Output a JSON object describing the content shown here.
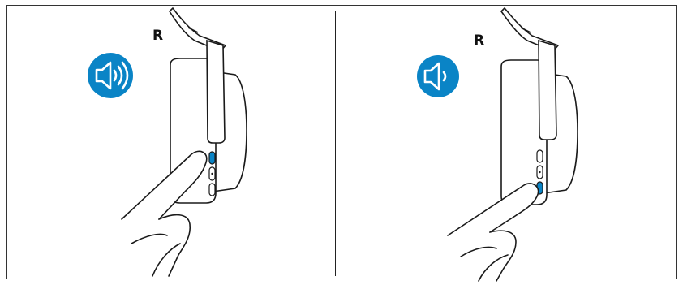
{
  "panels": [
    {
      "side_label": "R",
      "action": "volume-up",
      "icon": "speaker-loud-icon"
    },
    {
      "side_label": "R",
      "action": "volume-down",
      "icon": "speaker-quiet-icon"
    }
  ],
  "colors": {
    "accent": "#0A84C6",
    "line": "#1a1a1a",
    "background": "#ffffff"
  }
}
